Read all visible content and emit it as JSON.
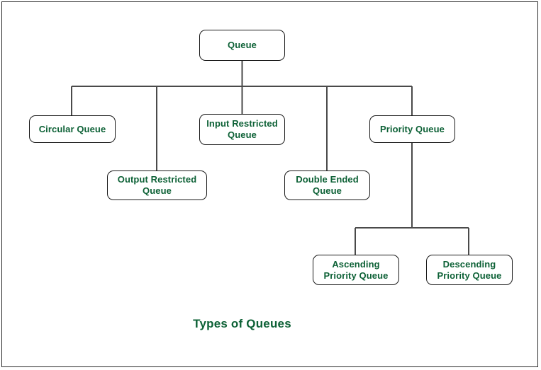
{
  "diagram": {
    "caption": "Types of Queues",
    "accent_color": "#0d6136",
    "line_color": "#4a4a4a",
    "border_color": "#1a1a1a",
    "background_color": "#ffffff",
    "frame_color": "#2b2b2b",
    "nodes": {
      "root": "Queue",
      "circular": "Circular Queue",
      "input_restricted": "Input Restricted\nQueue",
      "output_restricted": "Output Restricted\nQueue",
      "double_ended": "Double Ended\nQueue",
      "priority": "Priority Queue",
      "ascending": "Ascending\nPriority Queue",
      "descending": "Descending\nPriority Queue"
    }
  }
}
